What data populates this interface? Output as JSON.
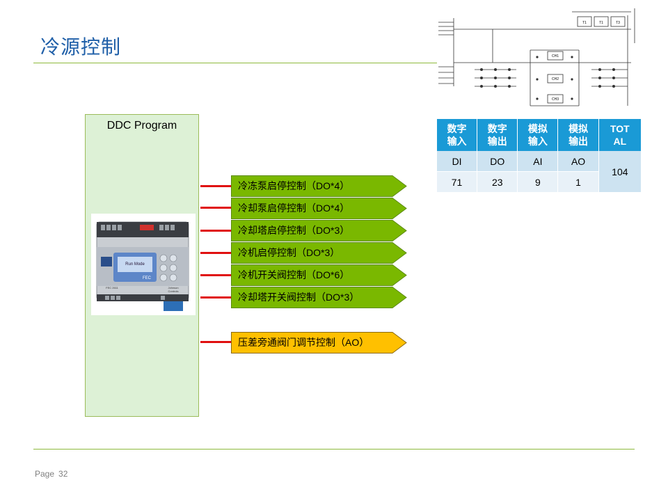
{
  "slide": {
    "title": "冷源控制",
    "page_label": "Page",
    "page_number": "32"
  },
  "ddc": {
    "label": "DDC Program",
    "device_text": {
      "screen": "Run Mode",
      "brand": "FEC",
      "maker_line1": "Johnson",
      "maker_line2": "Controls",
      "model": "FEC 2611"
    }
  },
  "outputs": [
    {
      "label": "冷冻泵启停控制（DO*4）",
      "color": "#7AB800"
    },
    {
      "label": "冷却泵启停控制（DO*4）",
      "color": "#7AB800"
    },
    {
      "label": "冷却塔启停控制（DO*3）",
      "color": "#7AB800"
    },
    {
      "label": "冷机启停控制（DO*3）",
      "color": "#7AB800"
    },
    {
      "label": "冷机开关阀控制（DO*6）",
      "color": "#7AB800"
    },
    {
      "label": "冷却塔开关阀控制（DO*3）",
      "color": "#7AB800"
    },
    {
      "label": "压差旁通阀门调节控制（AO）",
      "color": "#FFC000"
    }
  ],
  "io_table": {
    "headers": [
      {
        "line1": "数字",
        "line2": "输入"
      },
      {
        "line1": "数字",
        "line2": "输出"
      },
      {
        "line1": "模拟",
        "line2": "输入"
      },
      {
        "line1": "模拟",
        "line2": "输出"
      },
      {
        "line1": "TOT",
        "line2": "AL"
      }
    ],
    "types": [
      "DI",
      "DO",
      "AI",
      "AO"
    ],
    "counts": [
      "71",
      "23",
      "9",
      "1"
    ],
    "total": "104"
  },
  "schematic": {
    "tower_labels": [
      "T1",
      "T1",
      "T3"
    ],
    "chiller_labels": [
      "CH1",
      "CH2",
      "CH3"
    ]
  },
  "colors": {
    "title": "#1F5FA8",
    "rule": "#8DB93C",
    "connector": "#E01010",
    "table_header": "#1A9AD6",
    "ddc_fill": "#DDF1D6"
  }
}
